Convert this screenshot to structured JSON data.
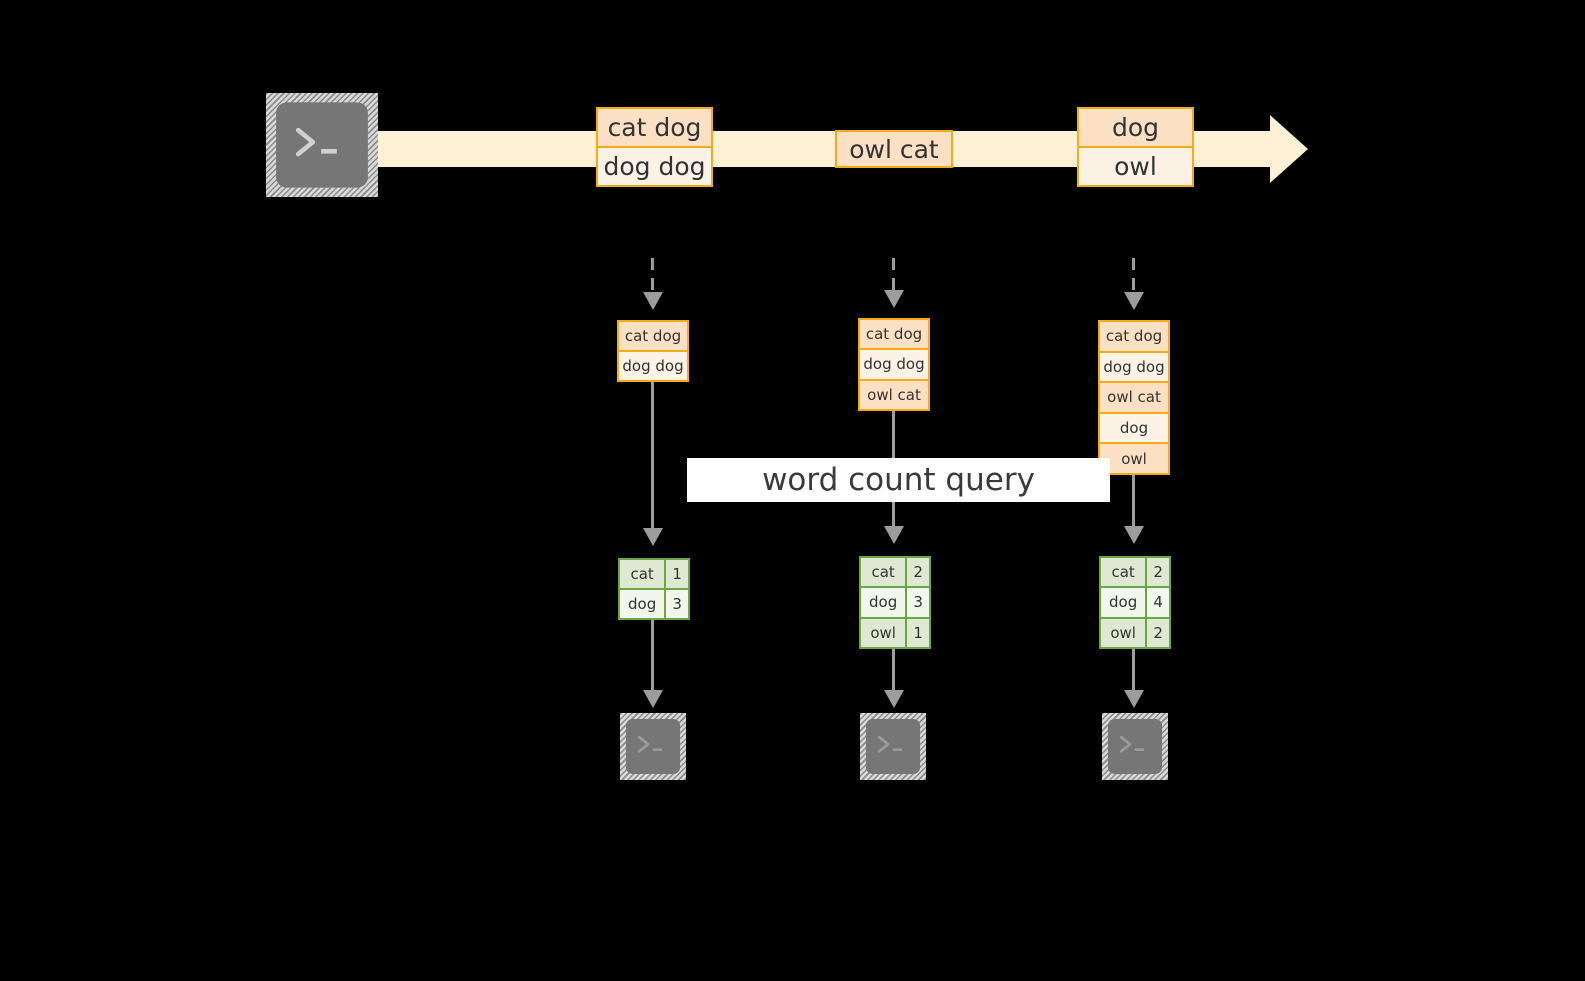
{
  "diagram": {
    "title": "",
    "colors": {
      "background": "#000000",
      "stream_band": "#fdf0d5",
      "record_border": "#f5ac14",
      "record_fill_dark": "#fbe0c4",
      "record_fill_light": "#fdf2e6",
      "result_border": "#6aa844",
      "result_fill_dark": "#dfe8d2",
      "result_fill_light": "#f2f6ec",
      "connector_gray": "#9d9d9d",
      "terminal_gray": "#767676",
      "label_fill": "#ffffff",
      "text": "#333333"
    },
    "source": {
      "icon": "terminal-icon",
      "label": ""
    },
    "stream": {
      "name": "input-event-stream",
      "records": [
        {
          "name": "stream-record-1",
          "lines": [
            "cat dog",
            "dog dog"
          ]
        },
        {
          "name": "stream-record-2",
          "lines": [
            "owl cat"
          ]
        },
        {
          "name": "stream-record-3",
          "lines": [
            "dog",
            "owl"
          ]
        }
      ]
    },
    "query_label": "word count query",
    "snapshots": [
      {
        "name": "snapshot-1",
        "state_rows": [
          "cat dog",
          "dog dog"
        ],
        "result_header": [
          "",
          ""
        ],
        "result_rows": [
          {
            "word": "cat",
            "count": "1"
          },
          {
            "word": "dog",
            "count": "3"
          }
        ],
        "sink_icon": "terminal-icon"
      },
      {
        "name": "snapshot-2",
        "state_rows": [
          "cat dog",
          "dog dog",
          "owl cat"
        ],
        "result_header": [
          "",
          ""
        ],
        "result_rows": [
          {
            "word": "cat",
            "count": "2"
          },
          {
            "word": "dog",
            "count": "3"
          },
          {
            "word": "owl",
            "count": "1"
          }
        ],
        "sink_icon": "terminal-icon"
      },
      {
        "name": "snapshot-3",
        "state_rows": [
          "cat dog",
          "dog dog",
          "owl cat",
          "dog",
          "owl"
        ],
        "result_header": [
          "",
          ""
        ],
        "result_rows": [
          {
            "word": "cat",
            "count": "2"
          },
          {
            "word": "dog",
            "count": "4"
          },
          {
            "word": "owl",
            "count": "2"
          }
        ],
        "sink_icon": "terminal-icon"
      }
    ]
  }
}
